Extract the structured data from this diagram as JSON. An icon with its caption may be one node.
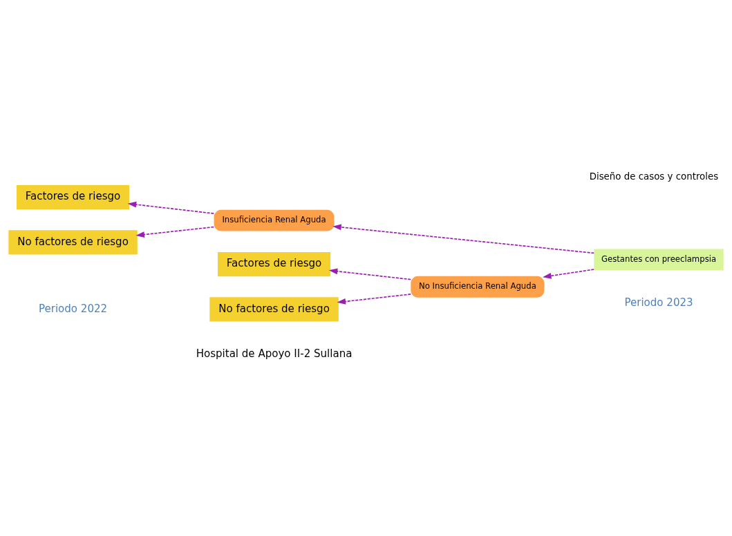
{
  "diagram": {
    "title": "Diseño de casos y controles",
    "caption": "Hospital de Apoyo II-2 Sullana",
    "nodes": [
      {
        "text": [
          "Factores de riesgo"
        ]
      },
      {
        "text": [
          "No factores de riesgo"
        ]
      },
      {
        "text": [
          "Factores de riesgo"
        ]
      },
      {
        "text": [
          "No factores de riesgo"
        ]
      },
      {
        "text": [
          "Insuficiencia Renal Aguda"
        ]
      },
      {
        "text": [
          "No Insuficiencia Renal Aguda"
        ]
      },
      {
        "text": [
          "Gestantes con preeclampsia"
        ]
      }
    ],
    "edges": [
      {
        "from": 6,
        "to": 4,
        "arrow": "to",
        "style": "dashed"
      },
      {
        "from": 6,
        "to": 5,
        "arrow": "to",
        "style": "dashed"
      },
      {
        "from": 4,
        "to": 0,
        "arrow": "to",
        "style": "dashed"
      },
      {
        "from": 4,
        "to": 1,
        "arrow": "to",
        "style": "dashed"
      },
      {
        "from": 5,
        "to": 2,
        "arrow": "to",
        "style": "dashed"
      },
      {
        "from": 5,
        "to": 3,
        "arrow": "to",
        "style": "dashed"
      }
    ],
    "labels": [
      "Periodo 2022",
      "Periodo 2023"
    ]
  }
}
